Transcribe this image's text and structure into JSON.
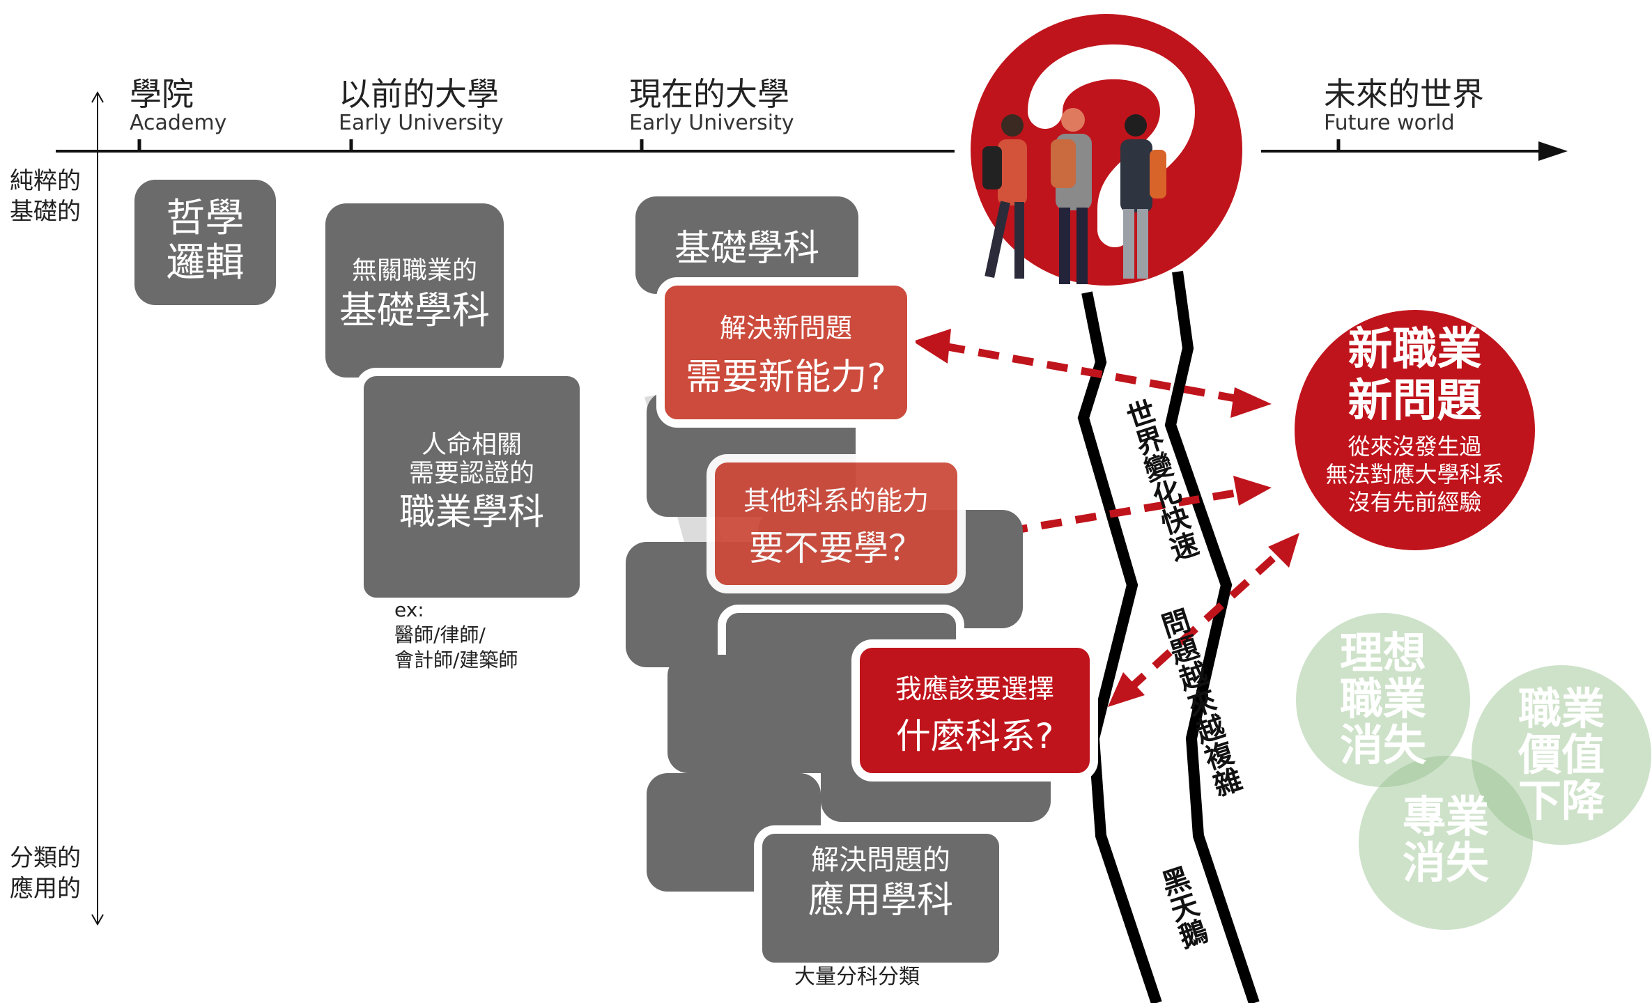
{
  "eras": [
    {
      "zh": "學院",
      "en": "Academy"
    },
    {
      "zh": "以前的大學",
      "en": "Early University"
    },
    {
      "zh": "現在的大學",
      "en": "Early University"
    },
    {
      "zh": "未來的世界",
      "en": "Future world"
    }
  ],
  "y_axis": {
    "top_label": "純粹的\n基礎的",
    "bottom_label": "分類的\n應用的"
  },
  "academy_box": {
    "line1": "哲學",
    "line2": "邏輯"
  },
  "early_univ": {
    "box1": {
      "small": "無關職業的",
      "big": "基礎學科"
    },
    "box2": {
      "small1": "人命相關",
      "small2": "需要認證的",
      "big": "職業學科"
    },
    "note": "ex:\n醫師/律師/\n會計師/建築師"
  },
  "current_univ": {
    "top_box": "基礎學科",
    "q1": {
      "line1": "解決新問題",
      "line2": "需要新能力?"
    },
    "q2": {
      "line1": "其他科系的能力",
      "line2": "要不要學？"
    },
    "q3": {
      "line1": "我應該要選擇",
      "line2": "什麼科系?"
    },
    "bottom_box": {
      "line1": "解決問題的",
      "line2": "應用學科"
    },
    "caption": "大量分科分類"
  },
  "road": {
    "label1": "世界變化快速",
    "label2": "問題越來越複雜",
    "label3": "黑天鵝"
  },
  "future": {
    "title1": "新職業",
    "title2": "新問題",
    "desc1": "從來沒發生過",
    "desc2": "無法對應大學科系",
    "desc3": "沒有先前經驗",
    "faded": [
      {
        "text": "理想\n職業\n消失"
      },
      {
        "text": "職業\n價值\n下降"
      },
      {
        "text": "專業\n消失"
      }
    ]
  },
  "colors": {
    "red": "#c0141c",
    "gray": "#6b6b6b",
    "salmon": "#cc4b3c",
    "green": "#92be8a"
  }
}
